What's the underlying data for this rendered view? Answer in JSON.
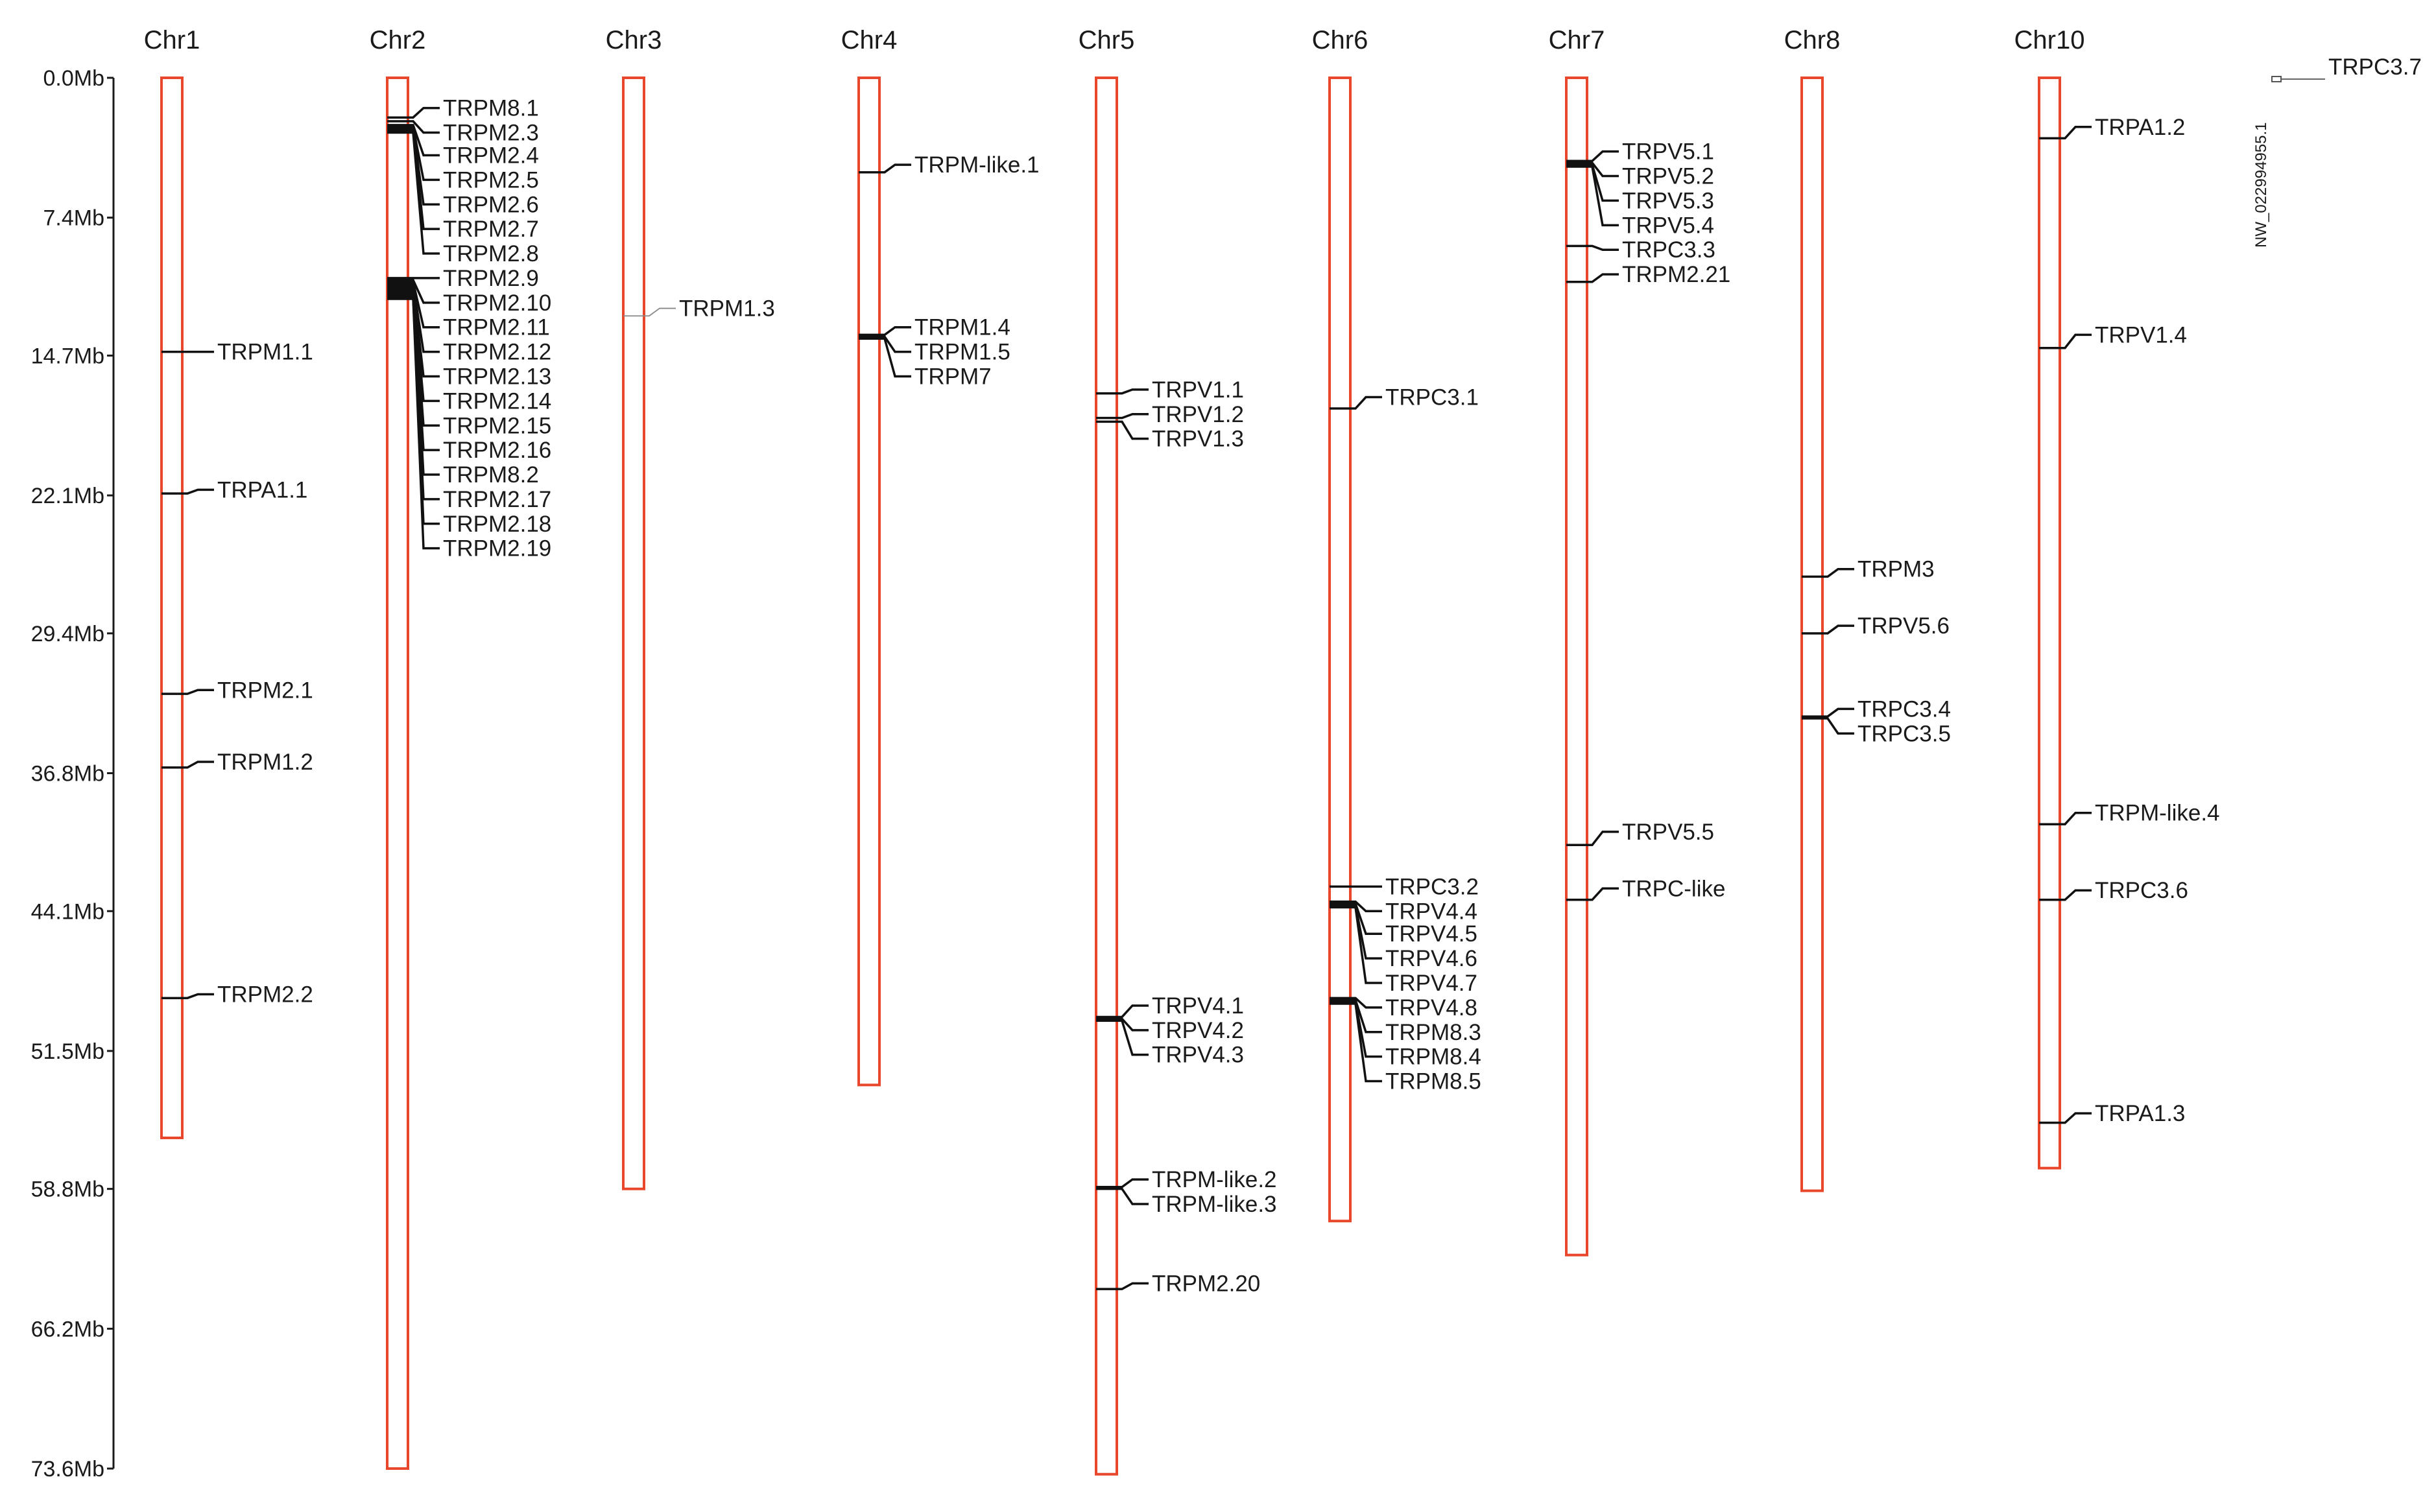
{
  "colors": {
    "chromosome_outline": "#e8472b",
    "axis": "#1a1a1a",
    "text": "#1a1a1a"
  },
  "axis": {
    "unit": "Mb",
    "ticks": [
      {
        "value": 0.0,
        "label": "0.0Mb"
      },
      {
        "value": 7.4,
        "label": "7.4Mb"
      },
      {
        "value": 14.7,
        "label": "14.7Mb"
      },
      {
        "value": 22.1,
        "label": "22.1Mb"
      },
      {
        "value": 29.4,
        "label": "29.4Mb"
      },
      {
        "value": 36.8,
        "label": "36.8Mb"
      },
      {
        "value": 44.1,
        "label": "44.1Mb"
      },
      {
        "value": 51.5,
        "label": "51.5Mb"
      },
      {
        "value": 58.8,
        "label": "58.8Mb"
      },
      {
        "value": 66.2,
        "label": "66.2Mb"
      },
      {
        "value": 73.6,
        "label": "73.6Mb"
      }
    ]
  },
  "chart_data": {
    "type": "chromosome_map",
    "max_mb": 73.6,
    "chromosomes": [
      {
        "name": "Chr1",
        "length_mb": 56.1,
        "genes": [
          {
            "name": "TRPM1.1",
            "pos": 14.5,
            "label_at": 14.5
          },
          {
            "name": "TRPA1.1",
            "pos": 22.0,
            "label_at": 21.8
          },
          {
            "name": "TRPM2.1",
            "pos": 32.6,
            "label_at": 32.4
          },
          {
            "name": "TRPM1.2",
            "pos": 36.5,
            "label_at": 36.2
          },
          {
            "name": "TRPM2.2",
            "pos": 48.7,
            "label_at": 48.5
          }
        ]
      },
      {
        "name": "Chr2",
        "length_mb": 73.6,
        "genes": [
          {
            "name": "TRPM8.1",
            "pos": 2.1,
            "label_at": 1.6
          },
          {
            "name": "TRPM2.3",
            "pos": 2.3,
            "label_at": 2.9
          },
          {
            "name": "TRPM2.4",
            "pos": 2.5,
            "label_at": 4.1
          },
          {
            "name": "TRPM2.5",
            "pos": 2.6,
            "label_at": 5.4
          },
          {
            "name": "TRPM2.6",
            "pos": 2.7,
            "label_at": 6.7
          },
          {
            "name": "TRPM2.7",
            "pos": 2.8,
            "label_at": 8.0
          },
          {
            "name": "TRPM2.8",
            "pos": 2.9,
            "label_at": 9.3
          },
          {
            "name": "TRPM2.9",
            "pos": 10.6,
            "label_at": 10.6
          },
          {
            "name": "TRPM2.10",
            "pos": 10.7,
            "label_at": 11.9
          },
          {
            "name": "TRPM2.11",
            "pos": 10.8,
            "label_at": 13.2
          },
          {
            "name": "TRPM2.12",
            "pos": 10.9,
            "label_at": 14.5
          },
          {
            "name": "TRPM2.13",
            "pos": 11.0,
            "label_at": 15.8
          },
          {
            "name": "TRPM2.14",
            "pos": 11.1,
            "label_at": 17.1
          },
          {
            "name": "TRPM2.15",
            "pos": 11.2,
            "label_at": 18.4
          },
          {
            "name": "TRPM2.16",
            "pos": 11.3,
            "label_at": 19.7
          },
          {
            "name": "TRPM8.2",
            "pos": 11.4,
            "label_at": 21.0
          },
          {
            "name": "TRPM2.17",
            "pos": 11.5,
            "label_at": 22.3
          },
          {
            "name": "TRPM2.18",
            "pos": 11.6,
            "label_at": 23.6
          },
          {
            "name": "TRPM2.19",
            "pos": 11.7,
            "label_at": 24.9
          }
        ]
      },
      {
        "name": "Chr3",
        "length_mb": 58.8,
        "genes": [
          {
            "name": "TRPM1.3",
            "pos": 12.6,
            "label_at": 12.2
          }
        ]
      },
      {
        "name": "Chr4",
        "length_mb": 53.3,
        "genes": [
          {
            "name": "TRPM-like.1",
            "pos": 5.0,
            "label_at": 4.6
          },
          {
            "name": "TRPM1.4",
            "pos": 13.6,
            "label_at": 13.2
          },
          {
            "name": "TRPM1.5",
            "pos": 13.7,
            "label_at": 14.5
          },
          {
            "name": "TRPM7",
            "pos": 13.8,
            "label_at": 15.8
          }
        ]
      },
      {
        "name": "Chr5",
        "length_mb": 73.9,
        "genes": [
          {
            "name": "TRPV1.1",
            "pos": 16.7,
            "label_at": 16.5
          },
          {
            "name": "TRPV1.2",
            "pos": 18.0,
            "label_at": 17.8
          },
          {
            "name": "TRPV1.3",
            "pos": 18.2,
            "label_at": 19.1
          },
          {
            "name": "TRPV4.1",
            "pos": 49.7,
            "label_at": 49.1
          },
          {
            "name": "TRPV4.2",
            "pos": 49.8,
            "label_at": 50.4
          },
          {
            "name": "TRPV4.3",
            "pos": 49.9,
            "label_at": 51.7
          },
          {
            "name": "TRPM-like.2",
            "pos": 58.7,
            "label_at": 58.3
          },
          {
            "name": "TRPM-like.3",
            "pos": 58.8,
            "label_at": 59.6
          },
          {
            "name": "TRPM2.20",
            "pos": 64.1,
            "label_at": 63.8
          }
        ]
      },
      {
        "name": "Chr6",
        "length_mb": 60.5,
        "genes": [
          {
            "name": "TRPC3.1",
            "pos": 17.5,
            "label_at": 16.9
          },
          {
            "name": "TRPC3.2",
            "pos": 42.8,
            "label_at": 42.8
          },
          {
            "name": "TRPV4.4",
            "pos": 43.6,
            "label_at": 44.1
          },
          {
            "name": "TRPV4.5",
            "pos": 43.7,
            "label_at": 45.3
          },
          {
            "name": "TRPV4.6",
            "pos": 43.8,
            "label_at": 46.6
          },
          {
            "name": "TRPV4.7",
            "pos": 43.9,
            "label_at": 47.9
          },
          {
            "name": "TRPV4.8",
            "pos": 48.7,
            "label_at": 49.2
          },
          {
            "name": "TRPM8.3",
            "pos": 48.8,
            "label_at": 50.5
          },
          {
            "name": "TRPM8.4",
            "pos": 48.9,
            "label_at": 51.8
          },
          {
            "name": "TRPM8.5",
            "pos": 49.0,
            "label_at": 53.1
          }
        ]
      },
      {
        "name": "Chr7",
        "length_mb": 62.3,
        "genes": [
          {
            "name": "TRPV5.1",
            "pos": 4.4,
            "label_at": 3.9
          },
          {
            "name": "TRPV5.2",
            "pos": 4.5,
            "label_at": 5.2
          },
          {
            "name": "TRPV5.3",
            "pos": 4.6,
            "label_at": 6.5
          },
          {
            "name": "TRPV5.4",
            "pos": 4.7,
            "label_at": 7.8
          },
          {
            "name": "TRPC3.3",
            "pos": 8.9,
            "label_at": 9.1
          },
          {
            "name": "TRPM2.21",
            "pos": 10.8,
            "label_at": 10.4
          },
          {
            "name": "TRPV5.5",
            "pos": 40.6,
            "label_at": 39.9
          },
          {
            "name": "TRPC-like",
            "pos": 43.5,
            "label_at": 42.9
          }
        ]
      },
      {
        "name": "Chr8",
        "length_mb": 58.9,
        "genes": [
          {
            "name": "TRPM3",
            "pos": 26.4,
            "label_at": 26.0
          },
          {
            "name": "TRPV5.6",
            "pos": 29.4,
            "label_at": 29.0
          },
          {
            "name": "TRPC3.4",
            "pos": 33.8,
            "label_at": 33.4
          },
          {
            "name": "TRPC3.5",
            "pos": 33.9,
            "label_at": 34.7
          }
        ]
      },
      {
        "name": "Chr10",
        "length_mb": 57.7,
        "genes": [
          {
            "name": "TRPA1.2",
            "pos": 3.2,
            "label_at": 2.6
          },
          {
            "name": "TRPV1.4",
            "pos": 14.3,
            "label_at": 13.6
          },
          {
            "name": "TRPM-like.4",
            "pos": 39.5,
            "label_at": 38.9
          },
          {
            "name": "TRPC3.6",
            "pos": 43.5,
            "label_at": 43.0
          },
          {
            "name": "TRPA1.3",
            "pos": 55.3,
            "label_at": 54.8
          }
        ]
      }
    ],
    "scaffold": {
      "name": "NW_022994955.1",
      "genes": [
        {
          "name": "TRPC3.7"
        }
      ]
    }
  }
}
